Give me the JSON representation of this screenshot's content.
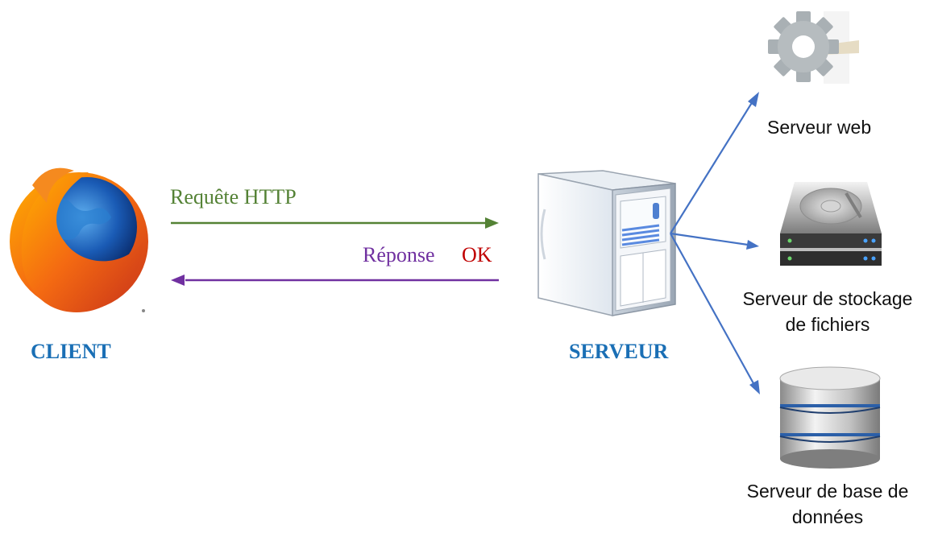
{
  "client": {
    "label": "CLIENT"
  },
  "server": {
    "label": "SERVEUR"
  },
  "request": {
    "label": "Requête HTTP"
  },
  "response": {
    "label": "Réponse",
    "status": "OK"
  },
  "backends": [
    {
      "label_line1": "Serveur web",
      "label_line2": ""
    },
    {
      "label_line1": "Serveur de stockage",
      "label_line2": "de fichiers"
    },
    {
      "label_line1": "Serveur de base de",
      "label_line2": "données"
    }
  ],
  "colors": {
    "title_blue": "#1a6fb5",
    "request": "#548235",
    "response": "#7030a0",
    "status_ok": "#c00000",
    "connector": "#4472c4"
  },
  "icons": [
    "firefox-icon",
    "server-tower-icon",
    "gear-icon",
    "hard-drive-icon",
    "database-icon"
  ]
}
